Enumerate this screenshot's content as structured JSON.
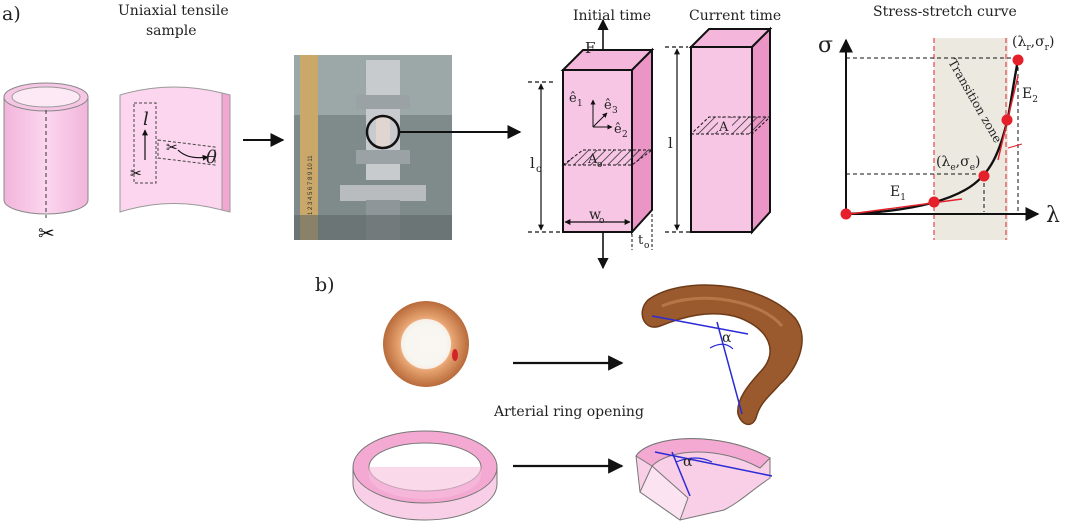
{
  "panel_a": {
    "label": "a)",
    "sample_title_line1": "Uniaxial tensile",
    "sample_title_line2": "sample",
    "axis_l": "l",
    "axis_theta": "θ",
    "photo_ruler_text": "1 2 3 4 5 6 7 8 9 10 11",
    "initial_time": "Initial time",
    "current_time": "Current time",
    "force": "F",
    "e1": "ê",
    "e1_sub": "1",
    "e2": "ê",
    "e2_sub": "2",
    "e3": "ê",
    "e3_sub": "3",
    "l0": "l",
    "l0_sub": "o",
    "A0": "A",
    "A0_sub": "o",
    "w0": "w",
    "w0_sub": "o",
    "t0": "t",
    "t0_sub": "o",
    "l_cur": "l",
    "A_cur": "A",
    "curve_title": "Stress-stretch curve",
    "sigma": "σ",
    "lambda": "λ",
    "point_r": "(λ",
    "point_r_sub1": "r",
    "point_r_mid": ",σ",
    "point_r_sub2": "r",
    "point_r_end": ")",
    "point_e": "(λ",
    "point_e_sub1": "e",
    "point_e_mid": ",σ",
    "point_e_sub2": "e",
    "point_e_end": ")",
    "E1": "E",
    "E1_sub": "1",
    "E2": "E",
    "E2_sub": "2",
    "transition": "Transition zone"
  },
  "panel_b": {
    "label": "b)",
    "alpha_top": "α",
    "caption": "Arterial ring opening",
    "alpha_bottom": "α"
  },
  "colors": {
    "pink": "#f7c6e4",
    "pink_dark": "#e98bbd",
    "red": "#e5202a",
    "blue": "#2b2bd6",
    "zone": "#ece9e1",
    "tissue": "#9a5a2e"
  }
}
